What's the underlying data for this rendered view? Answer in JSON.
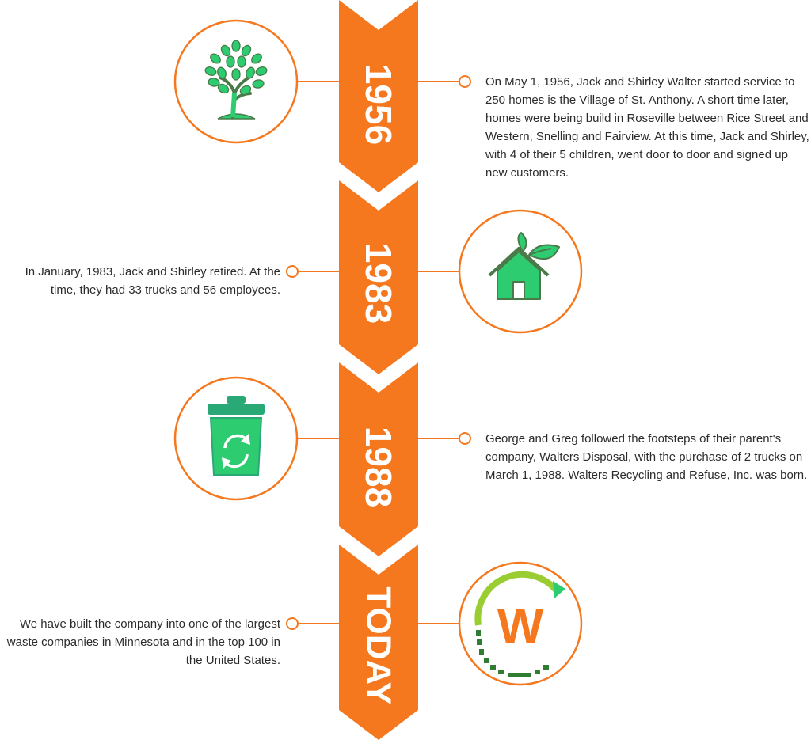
{
  "colors": {
    "orange": "#f5781e",
    "green": "#2ecc71",
    "dark_green": "#4a7a4a",
    "text": "#2b2b2b"
  },
  "milestones": [
    {
      "label": "1956",
      "side": "right",
      "icon": "tree-icon",
      "text": "On May 1, 1956, Jack and Shirley Walter started service to 250 homes is the Village of St. Anthony. A short time later, homes were being build in Roseville between Rice Street and Western, Snelling and Fairview. At this time, Jack and Shirley, with 4 of their 5 children, went door to door and signed up new customers."
    },
    {
      "label": "1983",
      "side": "left",
      "icon": "eco-house-icon",
      "text": "In January, 1983, Jack and Shirley retired. At the time, they had 33 trucks and 56 employees."
    },
    {
      "label": "1988",
      "side": "right",
      "icon": "recycle-bin-icon",
      "text": "George and Greg followed the footsteps of their parent's company, Walters Disposal, with the purchase of 2 trucks on March 1, 1988. Walters Recycling and Refuse, Inc. was born."
    },
    {
      "label": "TODAY",
      "side": "left",
      "icon": "walters-logo-icon",
      "logo_letter": "W",
      "text": "We have built the company into one of the largest waste companies in Minnesota and in the top 100 in the United States."
    }
  ]
}
